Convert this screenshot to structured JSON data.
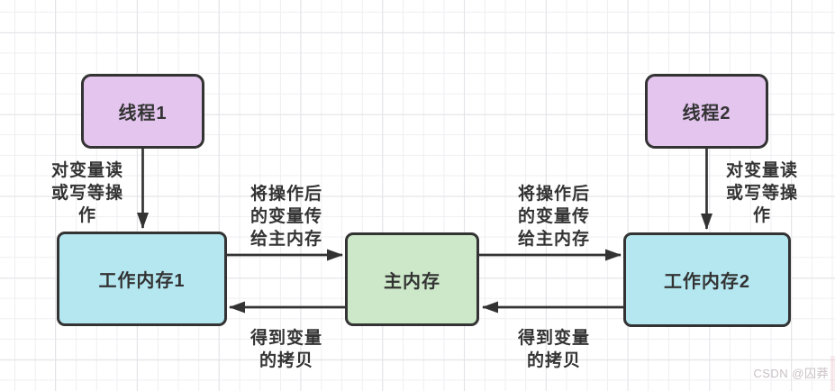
{
  "diagram": {
    "nodes": {
      "thread1": {
        "label": "线程1"
      },
      "thread2": {
        "label": "线程2"
      },
      "working_memory1": {
        "label": "工作内存1"
      },
      "main_memory": {
        "label": "主内存"
      },
      "working_memory2": {
        "label": "工作内存2"
      }
    },
    "edge_labels": {
      "thread1_op": "对变量读\n或写等操\n作",
      "thread2_op": "对变量读\n或写等操\n作",
      "wm1_to_main_write": "将操作后\n的变量传\n给主内存",
      "main_to_wm2_write": "将操作后\n的变量传\n给主内存",
      "main_to_wm1_read": "得到变量\n的拷贝",
      "wm2_to_main_read": "得到变量\n的拷贝"
    },
    "colors": {
      "thread_fill": "#e3c5ee",
      "working_memory_fill": "#b4e7f0",
      "main_memory_fill": "#cce8c9",
      "stroke": "#333333",
      "text": "#333333",
      "grid_minor": "#efeff2",
      "grid_major": "#e4e4e8"
    }
  },
  "watermark": {
    "text": "CSDN @囚莽",
    "color": "#c9c0c5"
  }
}
